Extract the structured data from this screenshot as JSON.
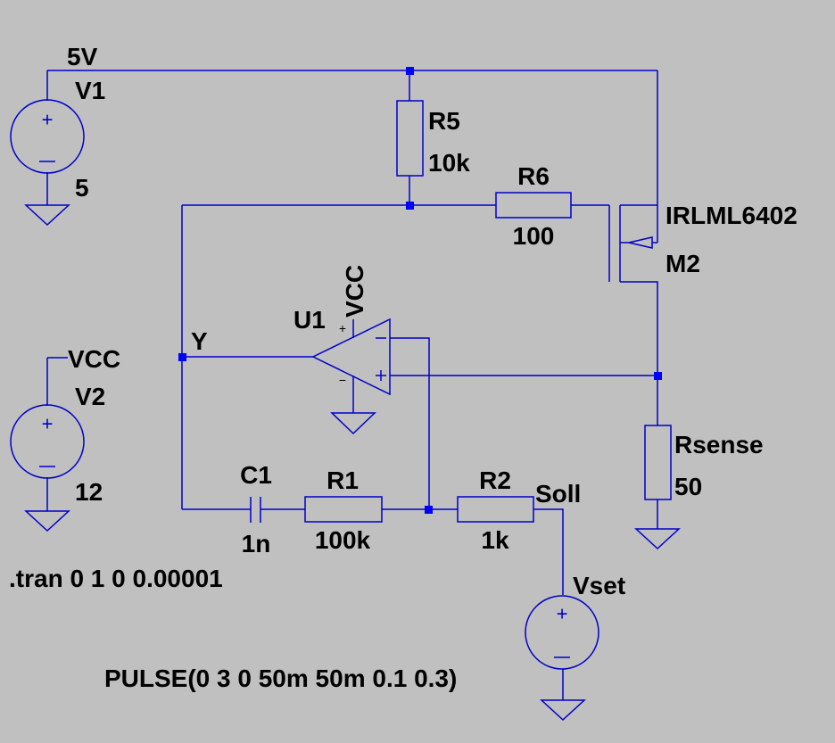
{
  "nets": {
    "supply_5v": "5V",
    "vcc": "VCC",
    "vcc_opamp": "VCC",
    "y": "Y",
    "soll": "Soll"
  },
  "v1": {
    "name": "V1",
    "value": "5"
  },
  "v2": {
    "name": "V2",
    "value": "12"
  },
  "vset": {
    "name": "Vset",
    "value": "PULSE(0 3 0 50m 50m 0.1 0.3)"
  },
  "r5": {
    "name": "R5",
    "value": "10k"
  },
  "r6": {
    "name": "R6",
    "value": "100"
  },
  "m2": {
    "name": "M2",
    "model": "IRLML6402"
  },
  "u1": {
    "name": "U1",
    "pin_plus": "+",
    "pin_minus": "−"
  },
  "rsense": {
    "name": "Rsense",
    "value": "50"
  },
  "c1": {
    "name": "C1",
    "value": "1n"
  },
  "r1": {
    "name": "R1",
    "value": "100k"
  },
  "r2": {
    "name": "R2",
    "value": "1k"
  },
  "directive": ".tran 0 1 0 0.00001",
  "colors": {
    "background": "#c0c0c0",
    "wire": "#0000c8",
    "junction": "#0000ff",
    "text": "#000000"
  }
}
